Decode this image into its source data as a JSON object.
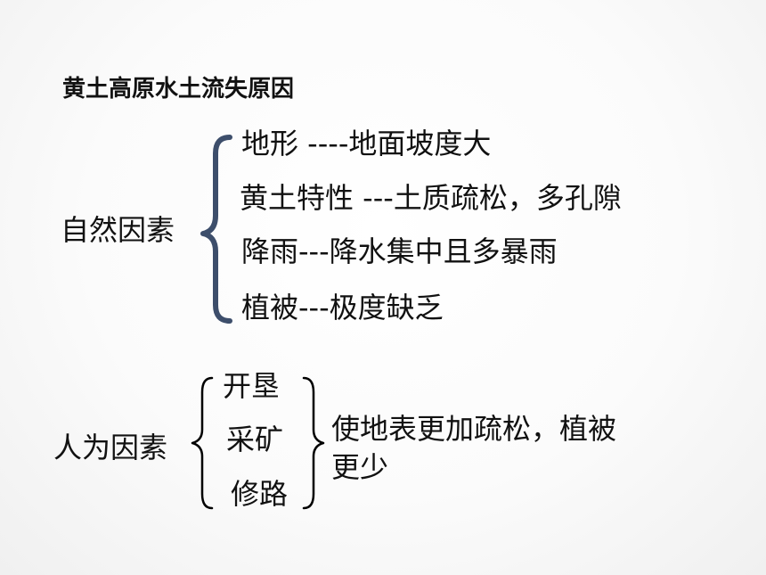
{
  "title": "黄土高原水土流失原因",
  "natural": {
    "label": "自然因素",
    "items": [
      "地形 ----地面坡度大",
      "黄土特性 ---土质疏松，多孔隙",
      "降雨---降水集中且多暴雨",
      "植被---极度缺乏"
    ]
  },
  "human": {
    "label": "人为因素",
    "items": [
      "开垦",
      "采矿",
      "修路"
    ],
    "result_line1": "使地表更加疏松，植被",
    "result_line2": "更少"
  },
  "colors": {
    "brace_blue": "#3d4e6b",
    "brace_black": "#000000",
    "text": "#111111"
  }
}
